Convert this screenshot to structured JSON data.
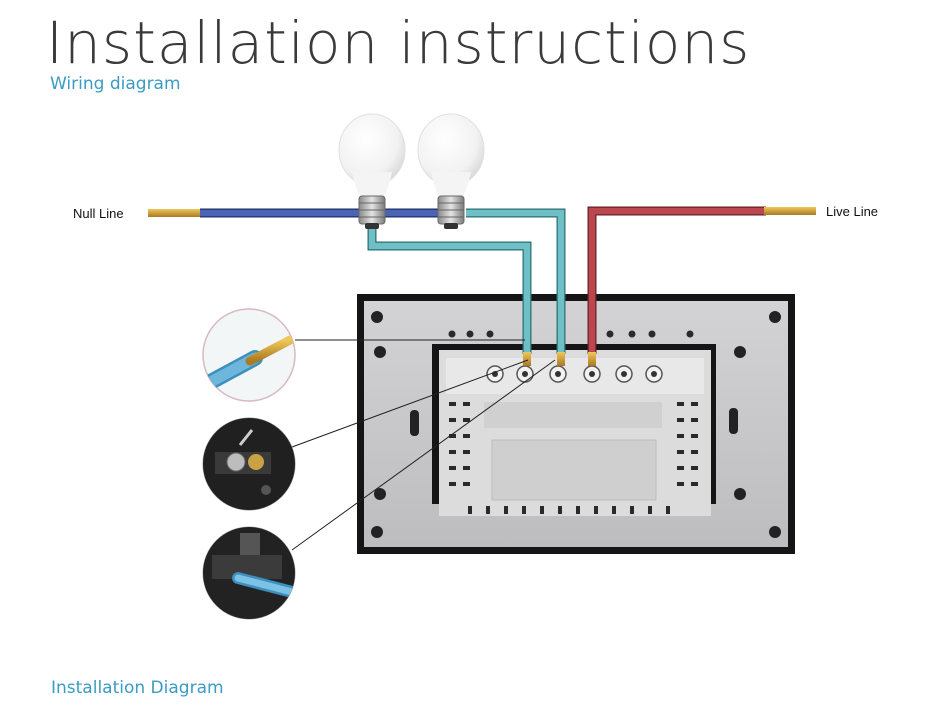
{
  "header": {
    "title": "Installation instructions",
    "subtitle": "Wiring diagram"
  },
  "labels": {
    "null_line": "Null Line",
    "live_line": "Live Line"
  },
  "footer": {
    "caption": "Installation Diagram"
  },
  "colors": {
    "null_wire": "#4a64b4",
    "load_wire": "#6ec0c6",
    "live_wire": "#b8474f",
    "wire_tip": "#d8a93a",
    "accent": "#3b9bc4",
    "panel_frame": "#1a1a1a",
    "panel_back": "#c9c9cb"
  },
  "icons": [
    "light-bulb-icon",
    "light-bulb-icon",
    "stripped-wire-detail",
    "screw-terminal-detail",
    "inserted-wire-detail"
  ]
}
